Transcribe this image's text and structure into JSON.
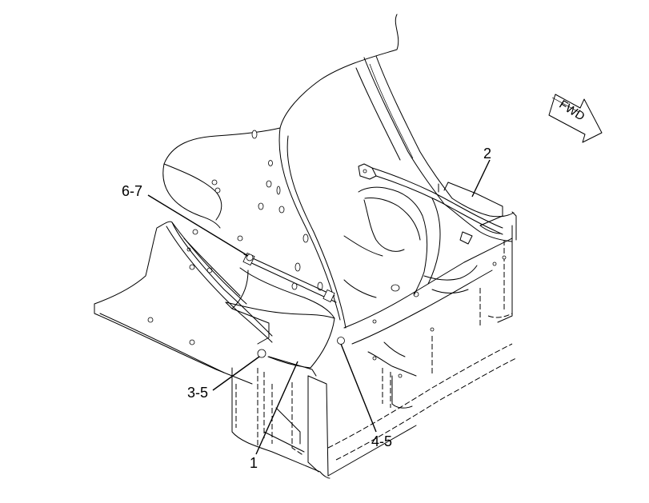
{
  "diagram": {
    "callouts": {
      "c67": "6-7",
      "c2": "2",
      "c35": "3-5",
      "c1": "1",
      "c45": "4-5"
    },
    "direction_arrow": {
      "label": "FWD",
      "icon": "fwd-arrow-icon"
    }
  }
}
